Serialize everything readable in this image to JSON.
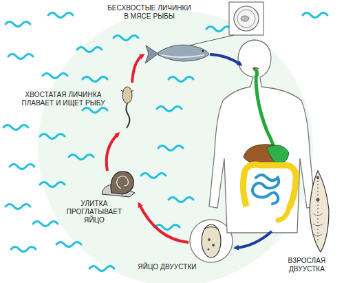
{
  "diagram": {
    "labels": [
      "БЕСХВОСТЫЕ ЛИЧИНКИ В МЯСЕ РЫБЫ",
      "ХВОСТАТАЯ ЛИЧИНКА ПЛАВАЕТ И ИЩЕТ РЫБУ",
      "УЛИТКА ПРОГЛАТЫВАЕТ ЯЙЦО",
      "ЯЙЦО ДВУУСТКИ",
      "ВЗРОСЛАЯ ДВУУСТКА"
    ]
  }
}
